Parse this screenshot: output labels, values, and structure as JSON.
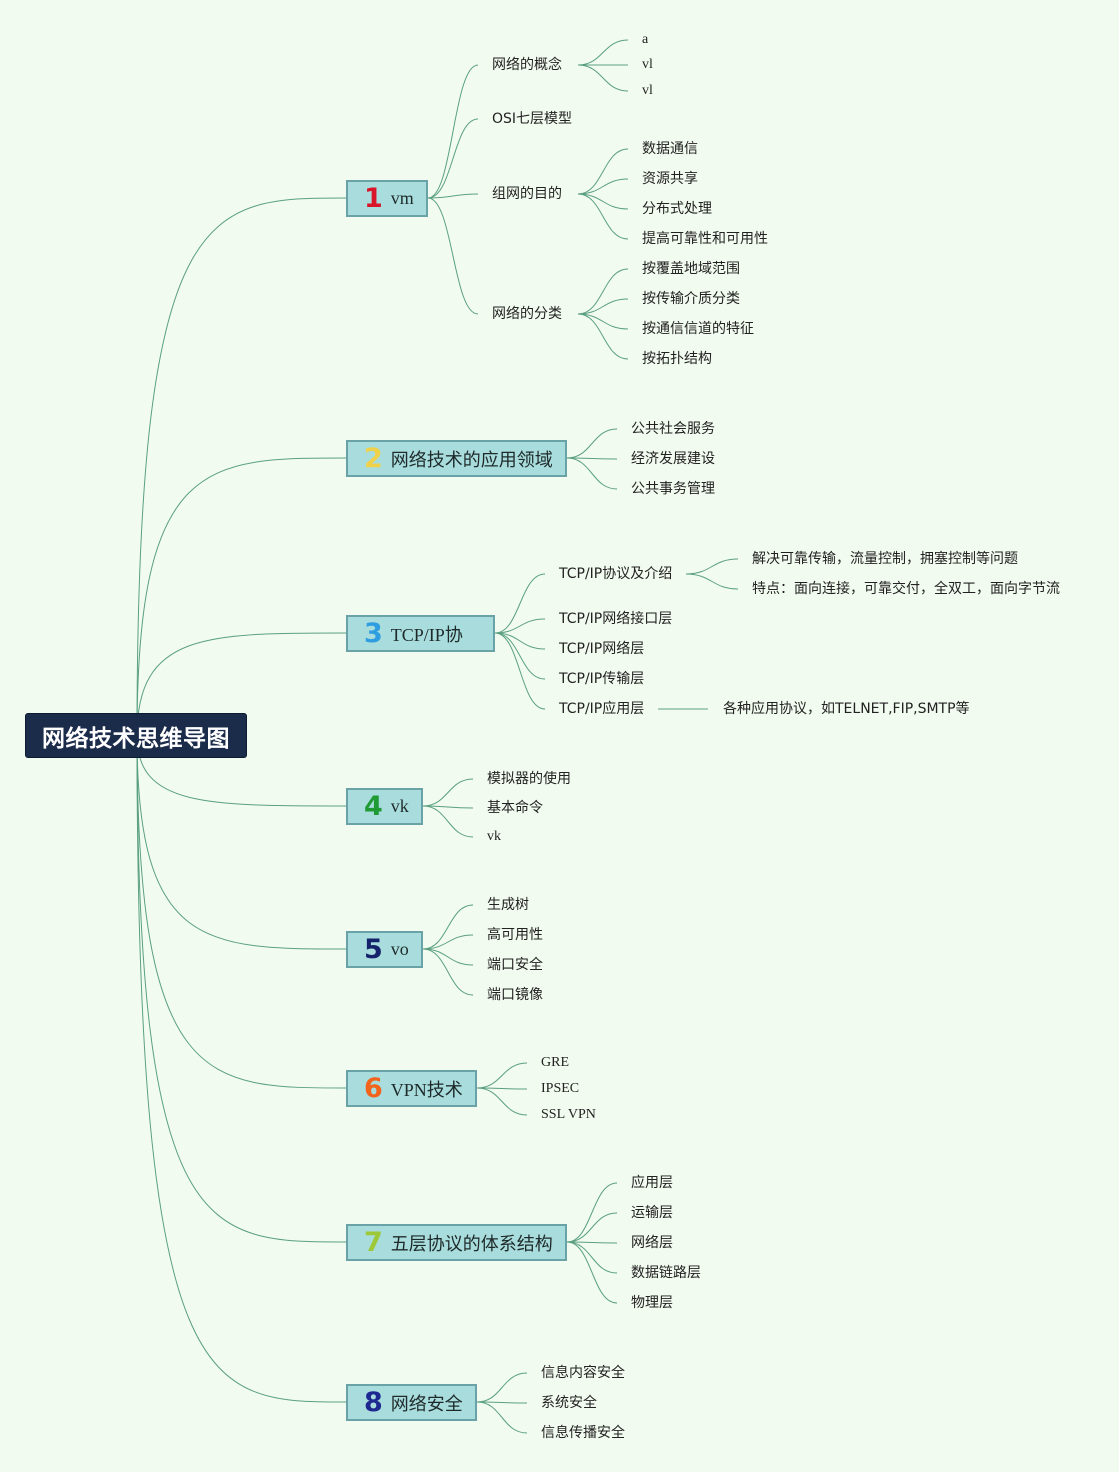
{
  "root": {
    "label": "网络技术思维导图"
  },
  "colors": {
    "background": "#f2fbef",
    "root_fill": "#1b2b4a",
    "branch_fill": "#a9dcdc",
    "branch_border": "#6aa3a7",
    "link": "#5aa080",
    "numbers": [
      "#d9152a",
      "#f0d24a",
      "#2f9ee0",
      "#1f9a34",
      "#14236b",
      "#f2641c",
      "#9cc83a",
      "#1d2891"
    ]
  },
  "branches": [
    {
      "num": "1",
      "label": "vm",
      "children": [
        {
          "label": "网络的概念",
          "children": [
            {
              "label": "a"
            },
            {
              "label": "vl"
            },
            {
              "label": "vl"
            }
          ]
        },
        {
          "label": "OSI七层模型",
          "children": []
        },
        {
          "label": "组网的目的",
          "children": [
            {
              "label": "数据通信"
            },
            {
              "label": "资源共享"
            },
            {
              "label": "分布式处理"
            },
            {
              "label": "提高可靠性和可用性"
            }
          ]
        },
        {
          "label": "网络的分类",
          "children": [
            {
              "label": "按覆盖地域范围"
            },
            {
              "label": "按传输介质分类"
            },
            {
              "label": "按通信信道的特征"
            },
            {
              "label": "按拓扑结构"
            }
          ]
        }
      ]
    },
    {
      "num": "2",
      "label": "网络技术的应用领域",
      "children": [
        {
          "label": "公共社会服务"
        },
        {
          "label": "经济发展建设"
        },
        {
          "label": "公共事务管理"
        }
      ]
    },
    {
      "num": "3",
      "label": "TCP/IP协",
      "children": [
        {
          "label": "TCP/IP协议及介绍",
          "children": [
            {
              "label": "解决可靠传输，流量控制，拥塞控制等问题"
            },
            {
              "label": "特点：面向连接，可靠交付，全双工，面向字节流"
            }
          ]
        },
        {
          "label": "TCP/IP网络接口层",
          "children": []
        },
        {
          "label": "TCP/IP网络层",
          "children": []
        },
        {
          "label": "TCP/IP传输层",
          "children": []
        },
        {
          "label": "TCP/IP应用层",
          "children": [
            {
              "label": "各种应用协议，如TELNET,FIP,SMTP等"
            }
          ]
        }
      ]
    },
    {
      "num": "4",
      "label": "vk",
      "children": [
        {
          "label": "模拟器的使用"
        },
        {
          "label": "基本命令"
        },
        {
          "label": "vk"
        }
      ]
    },
    {
      "num": "5",
      "label": "vo",
      "children": [
        {
          "label": "生成树"
        },
        {
          "label": "高可用性"
        },
        {
          "label": "端口安全"
        },
        {
          "label": "端口镜像"
        }
      ]
    },
    {
      "num": "6",
      "label": "VPN技术",
      "children": [
        {
          "label": "GRE"
        },
        {
          "label": "IPSEC"
        },
        {
          "label": "SSL VPN"
        }
      ]
    },
    {
      "num": "7",
      "label": "五层协议的体系结构",
      "children": [
        {
          "label": "应用层"
        },
        {
          "label": "运输层"
        },
        {
          "label": "网络层"
        },
        {
          "label": "数据链路层"
        },
        {
          "label": "物理层"
        }
      ]
    },
    {
      "num": "8",
      "label": "网络安全",
      "children": [
        {
          "label": "信息内容安全"
        },
        {
          "label": "系统安全"
        },
        {
          "label": "信息传播安全"
        }
      ]
    }
  ]
}
